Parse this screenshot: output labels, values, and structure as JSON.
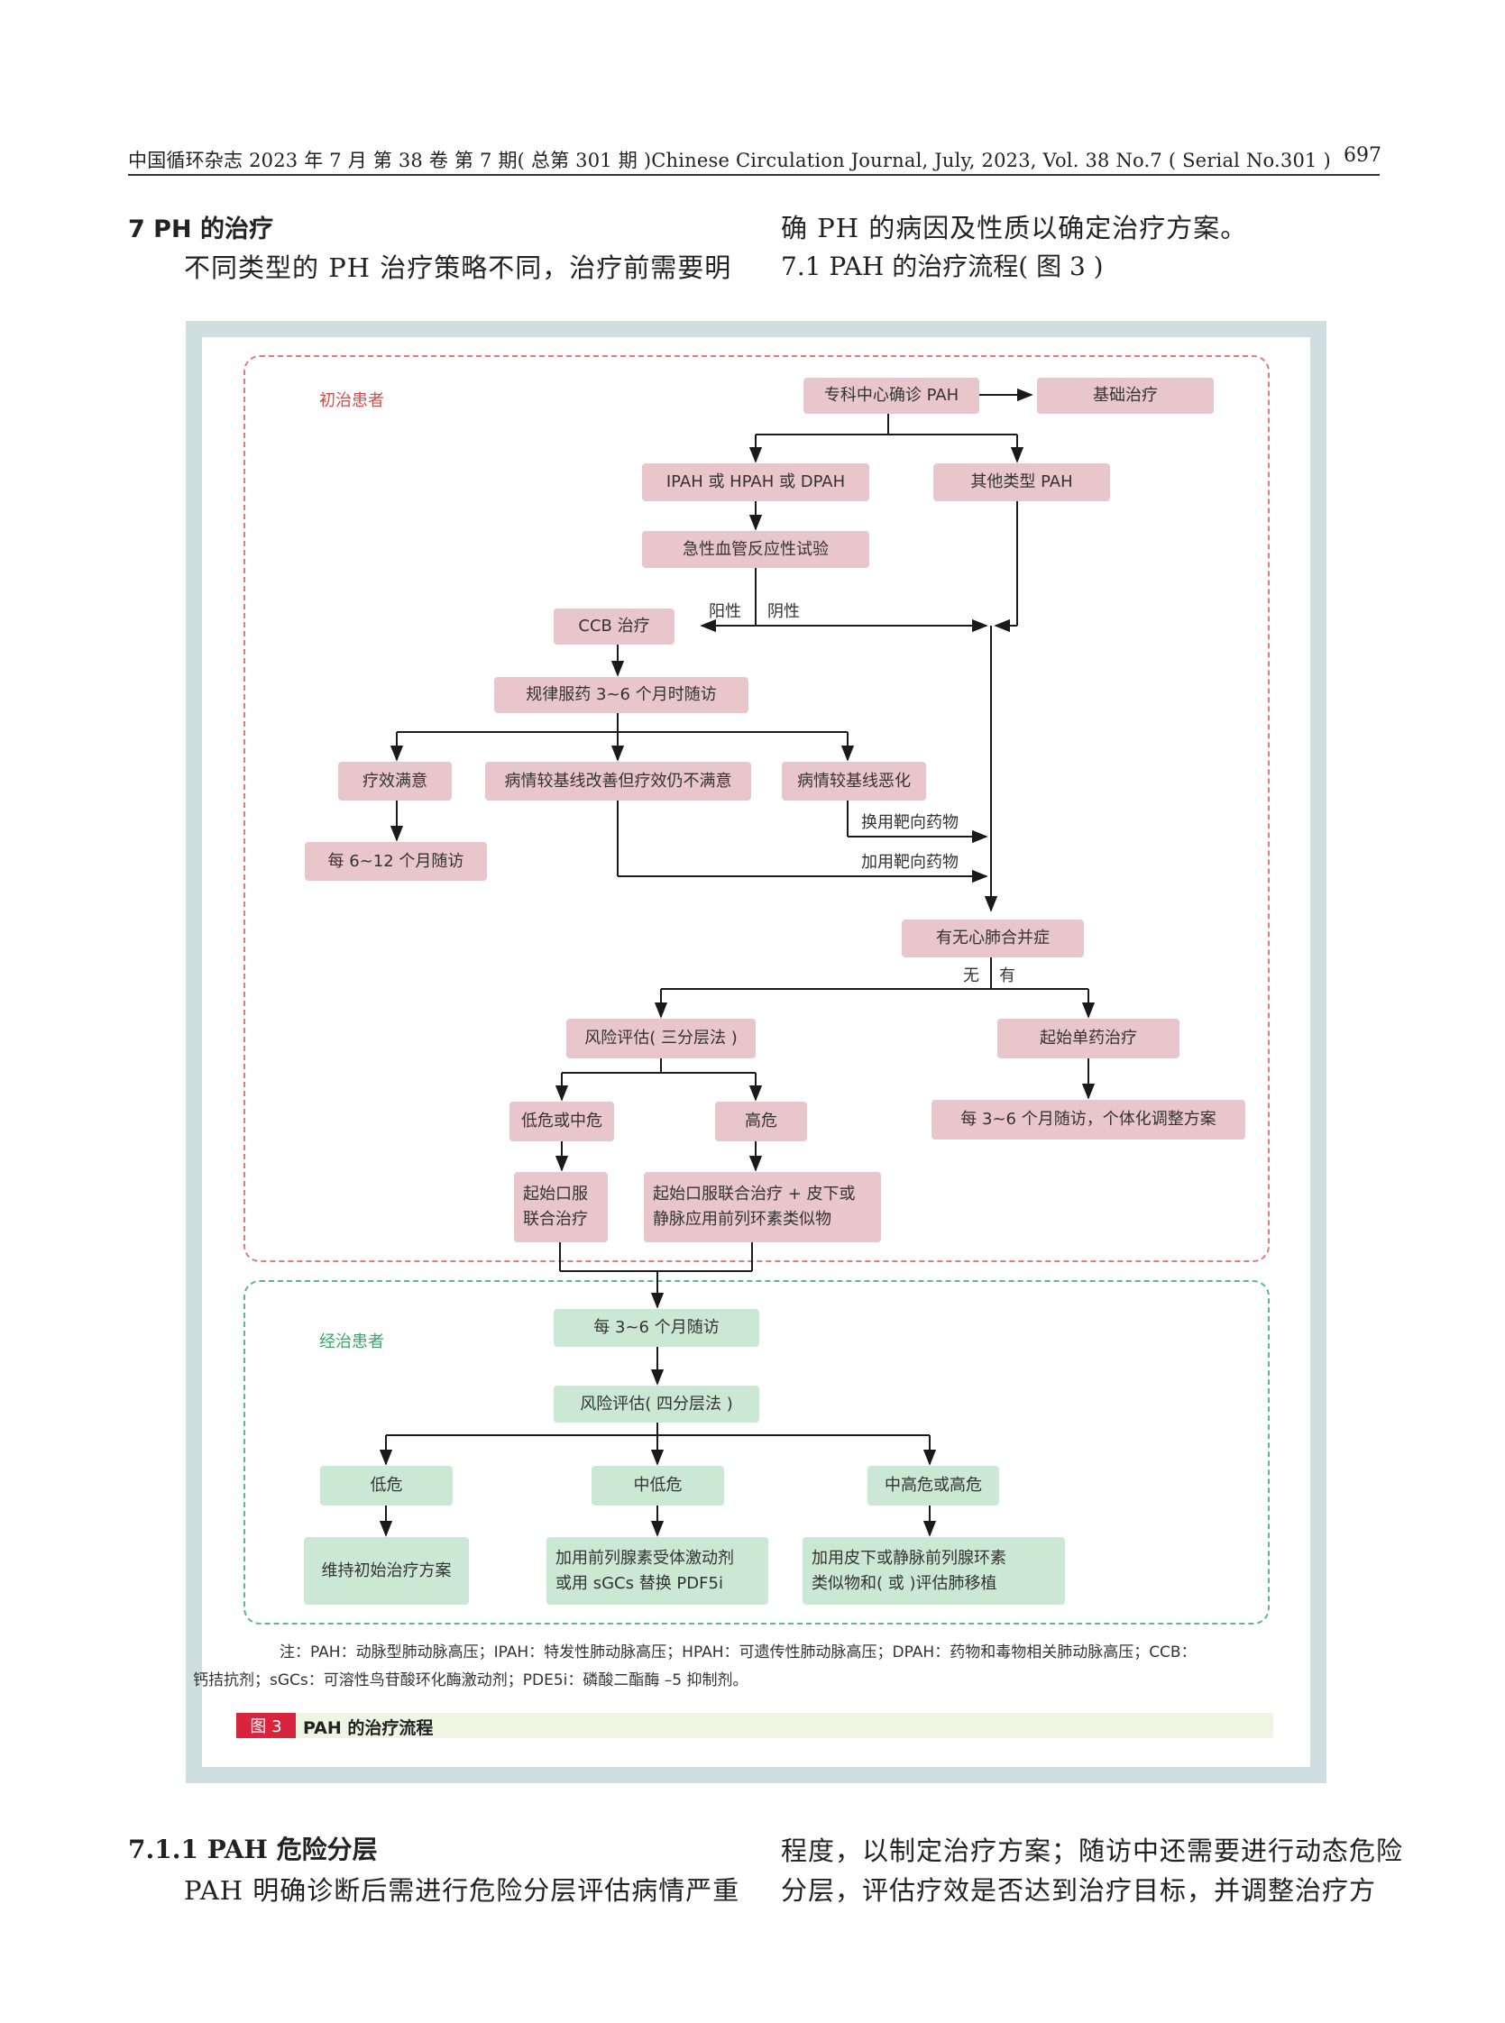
{
  "header": {
    "running_head": "中国循环杂志 2023 年 7 月 第 38 卷 第 7 期( 总第 301 期 )Chinese Circulation Journal, July, 2023, Vol. 38 No.7 ( Serial No.301 )",
    "page_number": "697"
  },
  "section7": {
    "title": "7  PH 的治疗",
    "para_line1": "不同类型的 PH 治疗策略不同，治疗前需要明",
    "para_line2": "确 PH 的病因及性质以确定治疗方案。",
    "subsection_title": "7.1  PAH 的治疗流程( 图 3 )"
  },
  "figure": {
    "region_initial_label": "初治患者",
    "region_treated_label": "经治患者",
    "nodes": {
      "diagnosis": "专科中心确诊 PAH",
      "basic_treatment": "基础治疗",
      "ipah": "IPAH 或 HPAH 或 DPAH",
      "other_pah": "其他类型 PAH",
      "vaso_test": "急性血管反应性试验",
      "ccb": "CCB 治疗",
      "regular_followup": "规律服药 3~6 个月时随访",
      "satisfied": "疗效满意",
      "improved_unsatisfied": "病情较基线改善但疗效仍不满意",
      "worsened": "病情较基线恶化",
      "followup_6_12": "每 6~12 个月随访",
      "cardiopulm": "有无心肺合并症",
      "risk3": "风险评估( 三分层法 )",
      "mono": "起始单药治疗",
      "individual": "每 3~6 个月随访，个体化调整方案",
      "low_mid": "低危或中危",
      "high": "高危",
      "oral_combo_l1": "起始口服",
      "oral_combo_l2": "联合治疗",
      "oral_sc_l1": "起始口服联合治疗 + 皮下或",
      "oral_sc_l2": "静脉应用前列环素类似物",
      "followup_3_6": "每 3~6 个月随访",
      "risk4": "风险评估( 四分层法 )",
      "low": "低危",
      "mid_low": "中低危",
      "mid_high": "中高危或高危",
      "maintain": "维持初始治疗方案",
      "add_ip_l1": "加用前列腺素受体激动剂",
      "add_ip_l2": "或用 sGCs 替换 PDF5i",
      "add_iv_l1": "加用皮下或静脉前列腺环素",
      "add_iv_l2": "类似物和( 或 )评估肺移植"
    },
    "edge_labels": {
      "positive": "阳性",
      "negative": "阴性",
      "switch_target": "换用靶向药物",
      "add_target": "加用靶向药物",
      "no": "无",
      "yes": "有"
    },
    "note_line1": "注：PAH：动脉型肺动脉高压；IPAH：特发性肺动脉高压；HPAH：可遗传性肺动脉高压；DPAH：药物和毒物相关肺动脉高压；CCB：",
    "note_line2": "钙拮抗剂；sGCs：可溶性鸟苷酸环化酶激动剂；PDE5i：磷酸二酯酶 –5 抑制剂。",
    "caption_tag": "图 3",
    "caption_text": "PAH 的治疗流程",
    "colors": {
      "initial_region": "#e07b7b",
      "treated_region": "#5cb88a",
      "pink_box": "#e9c6cc",
      "green_box": "#cbe8d4",
      "caption_tag": "#d8243c"
    }
  },
  "section711": {
    "title": "7.1.1  PAH 危险分层",
    "para_line1": "PAH 明确诊断后需进行危险分层评估病情严重",
    "para_line2": "程度，以制定治疗方案；随访中还需要进行动态危险",
    "para_line3": "分层，评估疗效是否达到治疗目标，并调整治疗方"
  }
}
